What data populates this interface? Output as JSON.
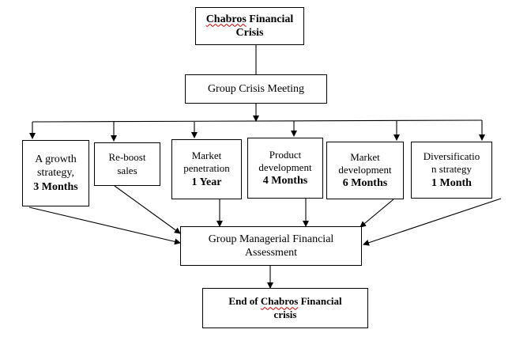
{
  "top": {
    "brand": "Chabros",
    "rest_line1": " Financial",
    "line2": "Crisis"
  },
  "meeting": {
    "label": "Group Crisis Meeting"
  },
  "strategies": [
    {
      "line1": "A growth",
      "line2": "strategy,",
      "duration": "3 Months"
    },
    {
      "line1": "Re-boost",
      "line2": "sales",
      "duration": ""
    },
    {
      "line1": "Market",
      "line2": "penetration",
      "duration": "1 Year"
    },
    {
      "line1": "Product",
      "line2": "development",
      "duration": "4 Months"
    },
    {
      "line1": "Market",
      "line2": "development",
      "duration": "6 Months"
    },
    {
      "line1": "Diversificatio",
      "line2": "n strategy",
      "duration": "1 Month"
    }
  ],
  "assessment": {
    "line1": "Group Managerial Financial",
    "line2": "Assessment"
  },
  "end": {
    "pre": "End of ",
    "brand": "Chabros",
    "post": " Financial",
    "line2": "crisis"
  }
}
